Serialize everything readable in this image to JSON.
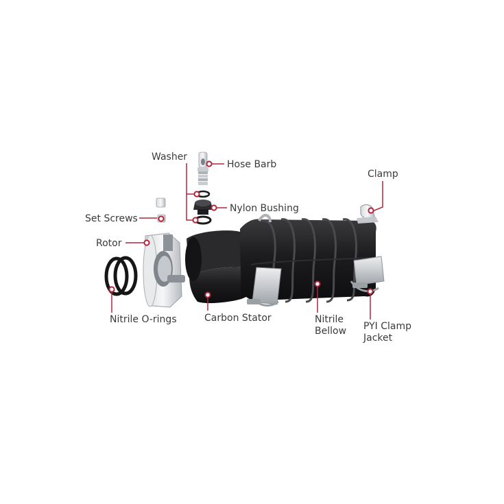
{
  "diagram": {
    "accent_color": "#b0273d",
    "labels": {
      "washer": "Washer",
      "hose_barb": "Hose Barb",
      "clamp": "Clamp",
      "nylon_bushing": "Nylon Bushing",
      "set_screws": "Set Screws",
      "rotor": "Rotor",
      "nitrile_orings": "Nitrile O-rings",
      "carbon_stator": "Carbon Stator",
      "nitrile_bellow": "Nitrile\nBellow",
      "pyi_clamp_jacket": "PYI Clamp\nJacket"
    }
  }
}
